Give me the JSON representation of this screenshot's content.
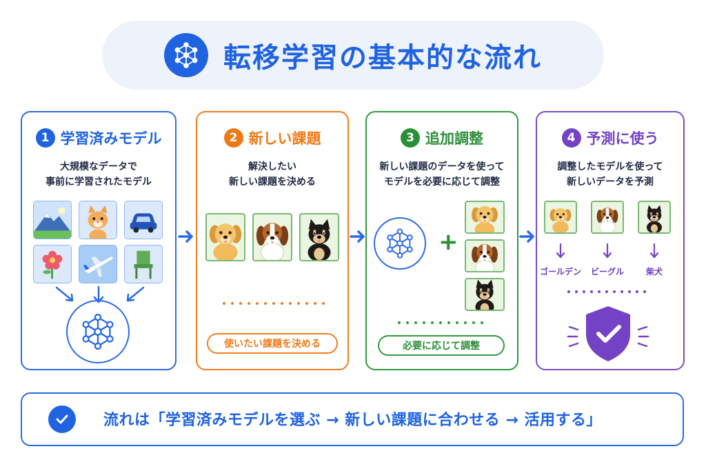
{
  "header": {
    "title": "転移学習の基本的な流れ",
    "icon": "neural-network-icon"
  },
  "steps": [
    {
      "number": "1",
      "title": "学習済みモデル",
      "description_lines": [
        "大規模なデータで",
        "事前に学習されたモデル"
      ],
      "images": [
        "mountain-icon",
        "cat-icon",
        "car-icon",
        "flower-icon",
        "airplane-icon",
        "chair-icon"
      ],
      "color": "#1f63e0"
    },
    {
      "number": "2",
      "title": "新しい課題",
      "description_lines": [
        "解決したい",
        "新しい課題を決める"
      ],
      "images": [
        "golden-dog",
        "beagle-dog",
        "shiba-dog"
      ],
      "pill": "使いたい課題を決める",
      "color": "#ee7a16"
    },
    {
      "number": "3",
      "title": "追加調整",
      "description_lines": [
        "新しい課題のデータを使って",
        "モデルを必要に応じて調整"
      ],
      "images": [
        "golden-dog",
        "beagle-dog",
        "shiba-dog"
      ],
      "pill": "必要に応じて調整",
      "color": "#2b8f38"
    },
    {
      "number": "4",
      "title": "予測に使う",
      "description_lines": [
        "調整したモデルを使って",
        "新しいデータを予測"
      ],
      "images": [
        "golden-dog",
        "beagle-dog",
        "shiba-dog"
      ],
      "labels": [
        "ゴールデン",
        "ビーグル",
        "柴犬"
      ],
      "color": "#7442c4"
    }
  ],
  "summary": {
    "text": "流れは「学習済みモデルを選ぶ → 新しい課題に合わせる → 活用する」",
    "icon": "check-circle-icon"
  },
  "colors": {
    "blue": "#1f63e0",
    "orange": "#ee7a16",
    "green": "#2b8f38",
    "purple": "#7442c4"
  }
}
